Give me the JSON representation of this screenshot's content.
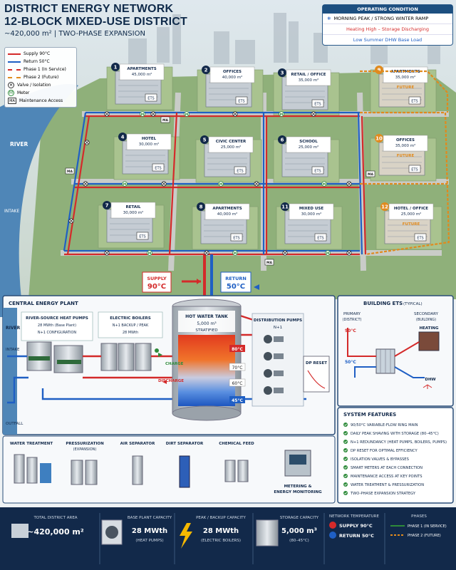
{
  "header": {
    "title_line1": "DISTRICT ENERGY NETWORK",
    "title_line2": "12-BLOCK MIXED-USE DISTRICT",
    "area": "~420,000 m²",
    "expansion": "TWO-PHASE EXPANSION"
  },
  "operating_condition": {
    "title": "OPERATING CONDITION",
    "line1": "MORNING PEAK / STRONG WINTER RAMP",
    "line2": "Heating High – Storage Discharging",
    "line3": "Low Summer DHW Base Load"
  },
  "legend": {
    "supply": "Supply 90°C",
    "return": "Return 50°C",
    "phase1": "Phase 1 (In Service)",
    "phase2": "Phase 2 (Future)",
    "valve": "Valve / Isolation",
    "meter": "Meter",
    "maintenance": "Maintenance Access",
    "meter_symbol": "M",
    "ma_symbol": "MA"
  },
  "labels": {
    "river": "RIVER",
    "intake": "INTAKE",
    "ets": "ETS",
    "ma": "MA",
    "future": "FUTURE",
    "supply": "SUPPLY",
    "supply_temp": "90°C",
    "return": "RETURN",
    "return_temp": "50°C"
  },
  "buildings": [
    {
      "num": "1",
      "name": "APARTMENTS",
      "area": "45,000 m²",
      "future": false
    },
    {
      "num": "2",
      "name": "OFFICES",
      "area": "40,000 m²",
      "future": false
    },
    {
      "num": "3",
      "name": "RETAIL / OFFICE",
      "area": "35,000 m²",
      "future": false
    },
    {
      "num": "9",
      "name": "APARTMENTS",
      "area": "35,000 m²",
      "future": true
    },
    {
      "num": "4",
      "name": "HOTEL",
      "area": "30,000 m²",
      "future": false
    },
    {
      "num": "5",
      "name": "CIVIC CENTER",
      "area": "25,000 m²",
      "future": false
    },
    {
      "num": "6",
      "name": "SCHOOL",
      "area": "25,000 m²",
      "future": false
    },
    {
      "num": "10",
      "name": "OFFICES",
      "area": "35,000 m²",
      "future": true
    },
    {
      "num": "7",
      "name": "RETAIL",
      "area": "30,000 m²",
      "future": false
    },
    {
      "num": "8",
      "name": "APARTMENTS",
      "area": "40,000 m²",
      "future": false
    },
    {
      "num": "11",
      "name": "MIXED USE",
      "area": "30,000 m²",
      "future": false
    },
    {
      "num": "12",
      "name": "HOTEL / OFFICE",
      "area": "25,000 m²",
      "future": true
    }
  ],
  "plant": {
    "title": "CENTRAL ENERGY PLANT",
    "river": "RIVER",
    "intake": "INTAKE",
    "outfall": "OUTFALL",
    "hp_title": "RIVER-SOURCE HEAT PUMPS",
    "hp_l1": "28 MWth (Base Plant)",
    "hp_l2": "N+1 CONFIGURATION",
    "eb_title": "ELECTRIC BOILERS",
    "eb_l1": "N+1 BACKUP / PEAK",
    "eb_l2": "28 MWth",
    "tank_title": "HOT WATER TANK",
    "tank_l1": "5,000 m³",
    "tank_l2": "STRATIFIED",
    "t80": "80°C",
    "t70": "70°C",
    "t60": "60°C",
    "t45": "45°C",
    "charge": "CHARGE",
    "discharge": "DISCHARGE",
    "pumps_title": "DISTRIBUTION PUMPS",
    "pumps_sub": "N+1",
    "dp": "DP RESET"
  },
  "ets_detail": {
    "title": "BUILDING ETS",
    "title_sub": "(TYPICAL)",
    "primary": "PRIMARY",
    "primary_sub": "(DISTRICT)",
    "secondary": "SECONDARY",
    "secondary_sub": "(BUILDING)",
    "t90": "90°C",
    "t50": "50°C",
    "heating": "HEATING",
    "dhw": "DHW"
  },
  "features": {
    "title": "SYSTEM FEATURES",
    "items": [
      "90/50°C VARIABLE-FLOW RING MAIN",
      "DAILY PEAK SHAVING WITH STORAGE (80–45°C)",
      "N+1 REDUNDANCY (HEAT PUMPS, BOILERS, PUMPS)",
      "DP RESET FOR OPTIMAL EFFICIENCY",
      "ISOLATION VALVES & BYPASSES",
      "SMART METERS AT EACH CONNECTION",
      "MAINTENANCE ACCESS AT KEY POINTS",
      "WATER TREATMENT & PRESSURIZATION",
      "TWO-PHASE EXPANSION STRATEGY"
    ]
  },
  "aux": {
    "water_treatment": "WATER TREATMENT",
    "pressurization": "PRESSURIZATION",
    "pressurization_sub": "(EXPANSION)",
    "air_separator": "AIR SEPARATOR",
    "dirt_separator": "DIRT SEPARATOR",
    "chemical_feed": "CHEMICAL FEED",
    "metering": "METERING &",
    "metering_sub": "ENERGY MONITORING"
  },
  "footer": {
    "area_label": "TOTAL DISTRICT AREA",
    "area_value": "~420,000 m²",
    "base_label": "BASE PLANT CAPACITY",
    "base_value": "28 MWth",
    "base_sub": "(HEAT PUMPS)",
    "peak_label": "PEAK / BACKUP CAPACITY",
    "peak_value": "28 MWth",
    "peak_sub": "(ELECTRIC BOILERS)",
    "storage_label": "STORAGE CAPACITY",
    "storage_value": "5,000 m³",
    "storage_sub": "(80–45°C)",
    "temp_label": "NETWORK TEMPERATURE",
    "supply": "SUPPLY 90°C",
    "return": "RETURN 50°C",
    "phases_label": "PHASES",
    "phase1": "PHASE 1 (IN SERVICE)",
    "phase2": "PHASE 2 (FUTURE)"
  },
  "colors": {
    "supply": "#d42a2a",
    "return": "#1f5fc4",
    "future": "#e08a1e",
    "navy": "#12294a",
    "meter": "#2e8b3a"
  }
}
